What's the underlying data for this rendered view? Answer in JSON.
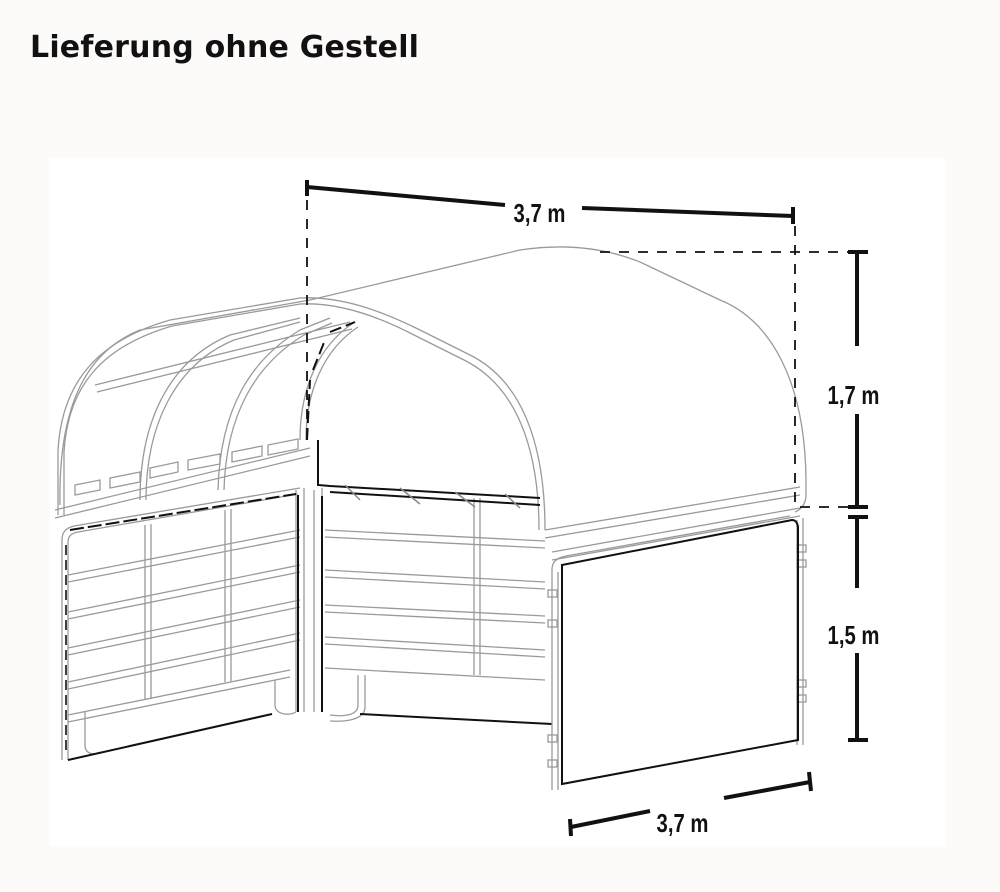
{
  "title": "Lieferung ohne Gestell",
  "dimensions": {
    "top_width": "3,7 m",
    "roof_height": "1,7 m",
    "wall_height": "1,5 m",
    "bottom_depth": "3,7 m"
  },
  "colors": {
    "background": "#fdfafa",
    "panel": "#ffffff",
    "dimension_line": "#111111",
    "frame_line": "#9a9a9a"
  }
}
